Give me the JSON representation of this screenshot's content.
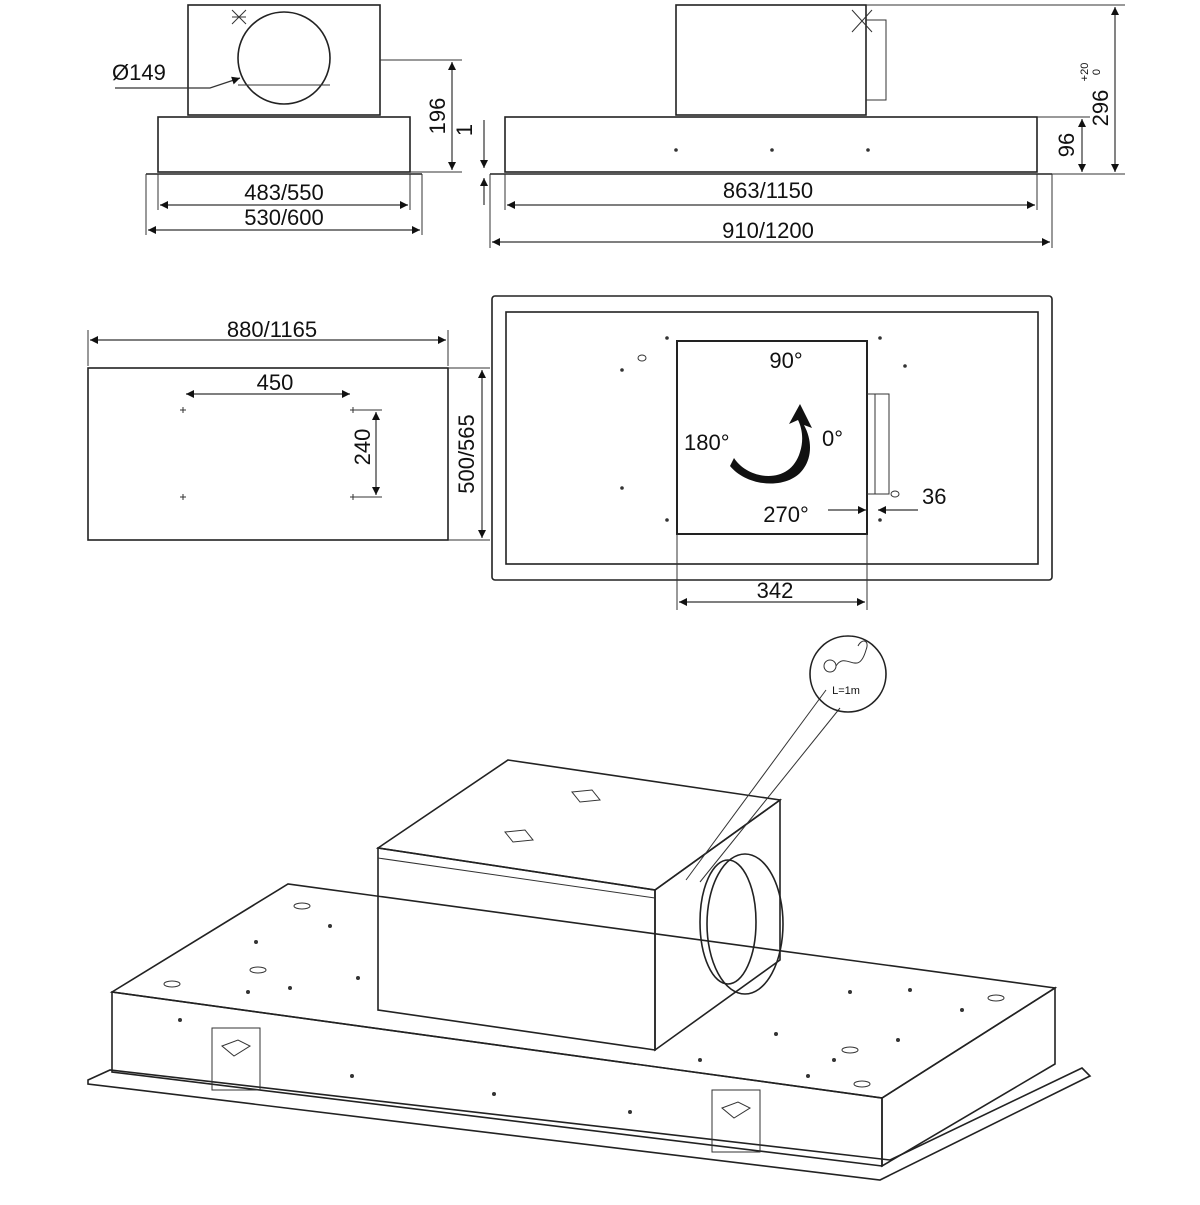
{
  "drawing": {
    "top_side_view": {
      "duct_diameter": "Ø149",
      "box_height": "196",
      "gap": "1",
      "inner_width": "483/550",
      "outer_width": "530/600"
    },
    "front_view": {
      "inner_length": "863/1150",
      "outer_length": "910/1200",
      "panel_height": "96",
      "total_height": "296",
      "tolerance_plus": "+20",
      "tolerance_minus": "0"
    },
    "cutout_view": {
      "cutout_length": "880/1165",
      "hole_spacing_x": "450",
      "hole_spacing_y": "240",
      "cutout_depth": "500/565"
    },
    "plan_view": {
      "angle_top": "90°",
      "angle_left": "180°",
      "angle_right": "0°",
      "angle_bottom": "270°",
      "motor_width": "342",
      "offset": "36"
    },
    "cable_detail": {
      "cable_length": "L=1m"
    }
  }
}
